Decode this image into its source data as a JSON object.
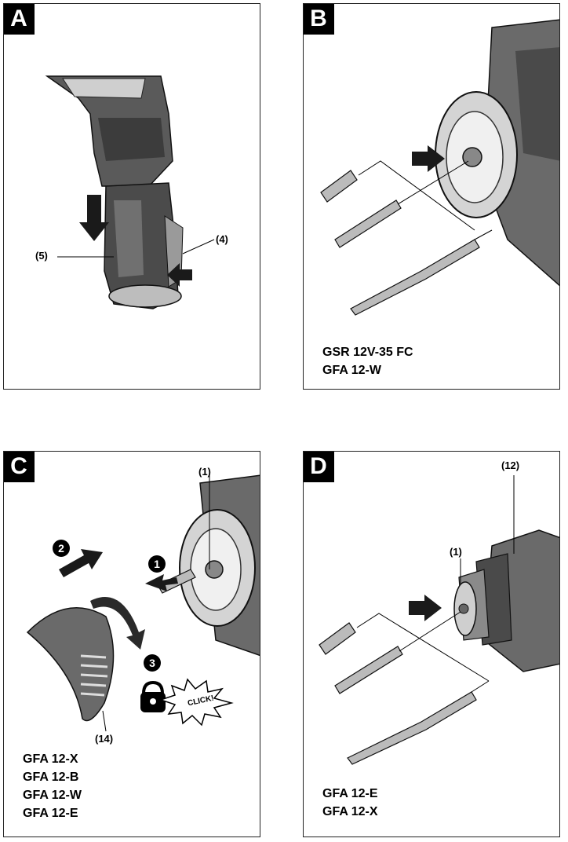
{
  "panels": {
    "a": {
      "tag": "A",
      "labels": {
        "battery": "(5)",
        "release": "(4)"
      }
    },
    "b": {
      "tag": "B",
      "models": [
        "GSR 12V-35 FC",
        "GFA 12-W"
      ]
    },
    "c": {
      "tag": "C",
      "labels": {
        "bit": "(1)",
        "attachment": "(14)"
      },
      "steps": [
        "1",
        "2",
        "3"
      ],
      "click_text": "CLICK!",
      "models": [
        "GFA 12-X",
        "GFA 12-B",
        "GFA 12-W",
        "GFA 12-E"
      ]
    },
    "d": {
      "tag": "D",
      "labels": {
        "bit": "(1)",
        "attachment": "(12)"
      },
      "models": [
        "GFA 12-E",
        "GFA 12-X"
      ]
    }
  },
  "colors": {
    "ink": "#000000",
    "tool_dark": "#4a4a4a",
    "tool_mid": "#8a8a8a",
    "tool_light": "#c8c8c8",
    "paper": "#ffffff"
  }
}
